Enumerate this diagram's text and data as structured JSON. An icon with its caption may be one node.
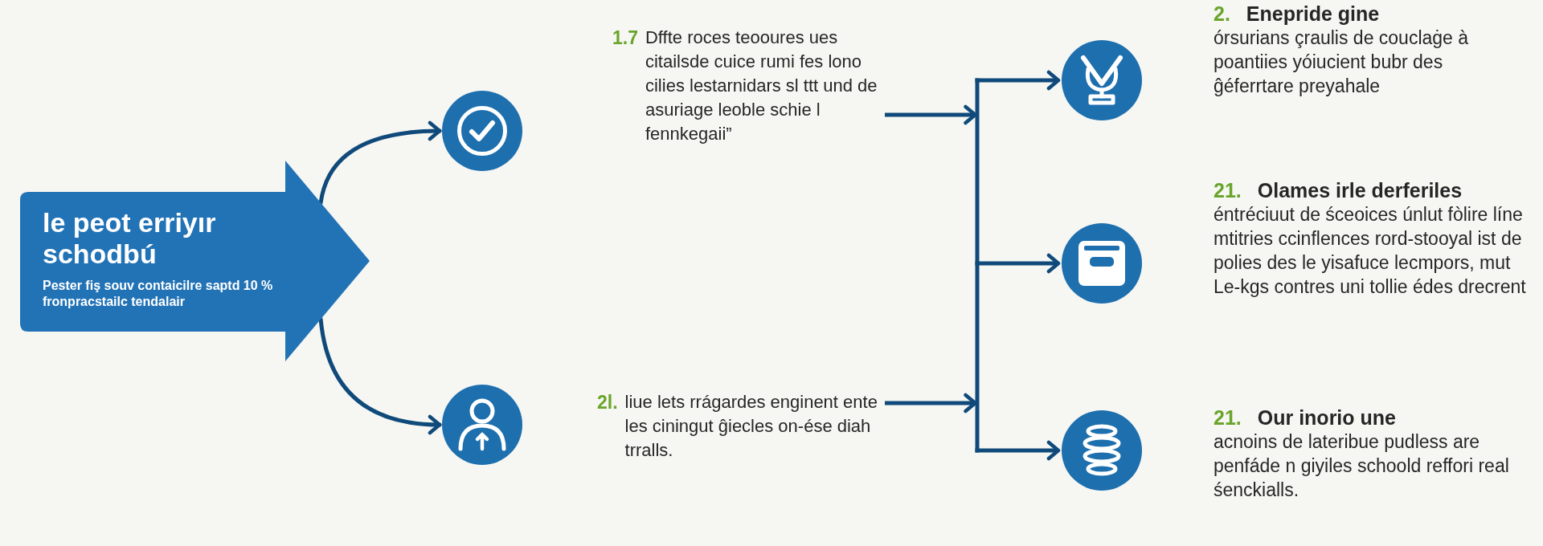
{
  "diagram": {
    "nodes": [
      {
        "text": [
          "le peot erriyır schodbú",
          "Pester fiş souv contaicilre saptd 10 % fronpracstailc tendalair"
        ]
      },
      {
        "text": [],
        "shape": "circle"
      },
      {
        "text": [
          "1.7",
          "Dffte roces teooures ues citailsde cuice rumi fes lono cilies lestarnidars sl ttt und de asuriage leoble schie l fennkegaii”"
        ]
      },
      {
        "text": [],
        "shape": "circle"
      },
      {
        "text": [
          "2l.",
          "liue lets rrágardes enginent ente les ciningut ĝiecles on-ése diah trralls."
        ]
      },
      {
        "text": [],
        "shape": "circle",
        "beside": [
          "2.",
          "Enepride gine",
          "órsurians çraulis de couclaġe à poantiies yóiucient bubr des ĝéferrtare preyahale"
        ]
      },
      {
        "text": [],
        "shape": "circle",
        "beside": [
          "21.",
          "Olames irle derferiles",
          "éntréciuut de śceoices únlut fòlire líne mtitries ccinflences rord-stooyal ist de polies des le yisafuce lecmpors, mut Le-kgs contres uni tollie édes drecrent"
        ]
      },
      {
        "text": [],
        "shape": "circle",
        "beside": [
          "21.",
          "Our inorio une",
          "acnoins de lateribue pudless are penfáde n giyiles schoold reffori real śenckialls."
        ]
      }
    ],
    "edges": [
      {
        "from": 0,
        "to": 1,
        "arrow": "to"
      },
      {
        "from": 0,
        "to": 3,
        "arrow": "to"
      },
      {
        "from": 2,
        "to": 5,
        "arrow": "to"
      },
      {
        "from": 2,
        "to": 6,
        "arrow": "to"
      },
      {
        "from": 2,
        "to": 7,
        "arrow": "to"
      },
      {
        "from": 4,
        "to": 5,
        "arrow": "to"
      },
      {
        "from": 4,
        "to": 6,
        "arrow": "to"
      },
      {
        "from": 4,
        "to": 7,
        "arrow": "to"
      }
    ]
  }
}
